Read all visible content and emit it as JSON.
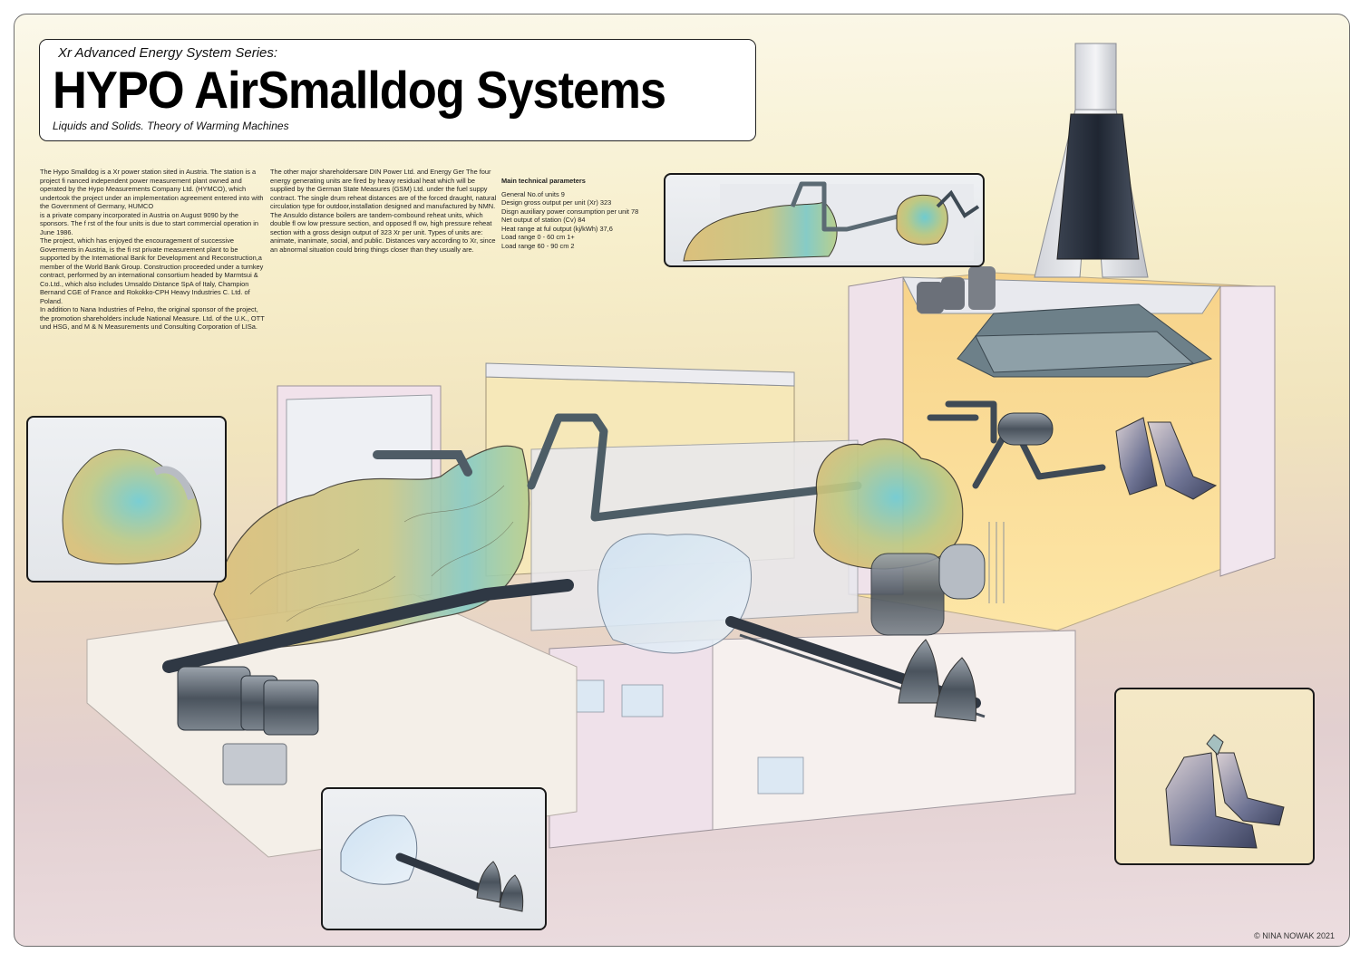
{
  "header": {
    "series": "Xr Advanced Energy System Series:",
    "title": "HYPO AirSmalldog Systems",
    "subtitle": "Liquids and Solids. Theory of Warming Machines"
  },
  "body_text": {
    "column1": [
      "The Hypo Smalldog is a Xr power station sited in Austria. The station is a project fi nanced independent power measurement plant owned and operated by the Hypo Measurements Company Ltd. (HYMCO), which undertook the project under an implementation agreement entered into with the Government of Germany, HUMCO",
      "is a private company incorporated in Austria on August 9090 by the sponsors. The f rst of the four units is due to start commercial operation in June 1986.",
      "The project, which has enjoyed the encouragement of successive Goverments in Austria, is the fi rst private measurement plant to be supported by the International Bank for Development and Reconstruction,a member of the World Bank Group. Construction proceeded under a turnkey contract, performed by an international consortium headed by Marmtsui & Co.Ltd., which also includes Umsaldo Distance SpA of Italy, Champion Bernand CGE of France and Rokokko-CPH Heavy Industries C. Ltd. of Poland.",
      "In addition to Nana Industries of Pelno, the original sponsor of the project, the promotion shareholders include National Measure. Ltd. of the U.K., OTT und HSG, and M & N Measurements und Consulting Corporation of LISa."
    ],
    "column2": [
      "The other major shareholdersare DIN Power Ltd. and Energy Ger The four energy generating units are fired by heavy residual heat which will be supplied by the German State Measures (GSM) Ltd. under the fuel suppy contract. The single drum reheat distances are of the forced draught, natural circulation type for outdoor,installation designed and manufactured by NMN. The Ansuldo distance boilers are tandem-combound reheat units, which double fl ow low pressure section, and opposed fl ow, high pressure reheat section with a gross design output of 323 Xr per unit. Types of units are: animate, inanimate, social, and public. Distances vary according to Xr, since an abnormal situation could bring things closer than they usually are."
    ]
  },
  "parameters": {
    "heading": "Main technical parameters",
    "items": [
      "General No.of units 9",
      "Design gross output per unit (Xr) 323",
      "Disgn auxiliary power consumption per unit 78",
      "Net output of station (Cv) 84",
      "Heat range at ful output (kj/kWh) 37,6",
      "Load range 0 - 60 cm 1+",
      "Load range 60 - 90 cm 2"
    ]
  },
  "footer": {
    "credit": "© NINA NOWAK 2021"
  },
  "colors": {
    "chimney_dark": "#2b3340",
    "pipe": "#4f5d68",
    "wall_pink": "#efe2ea",
    "interior_yellow": "#f8d98a",
    "mass_yellow": "#d9bd78",
    "mass_teal": "#7fc9c8",
    "mass_blue": "#c8dcef",
    "machine_gray": "#6e737a"
  }
}
